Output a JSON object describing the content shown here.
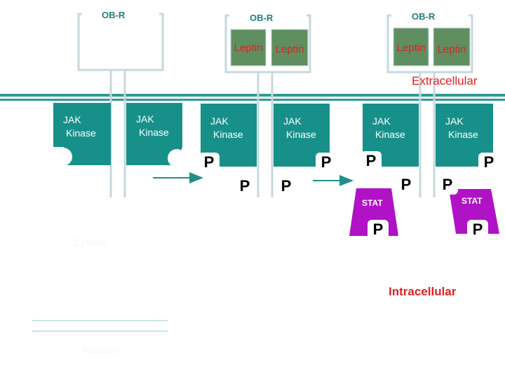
{
  "receptors": [
    {
      "label": "OB-R"
    },
    {
      "label": "OB-R"
    },
    {
      "label": "OB-R"
    }
  ],
  "leptin": {
    "label": "Leptin"
  },
  "kinase": {
    "line1": "JAK",
    "line2": "Kinase"
  },
  "phosphate": {
    "label": "P"
  },
  "stat": {
    "label": "STAT"
  },
  "regions": {
    "extracellular": "Extracellular",
    "intracellular": "Intracellular"
  },
  "faint_labels": {
    "left_mid": "Cytosol",
    "left_bottom": "Nucleus"
  },
  "colors": {
    "membrane": "#2f9a94",
    "kinase": "#17908a",
    "leptin": "#5f8f60",
    "stat": "#b012c6",
    "receptor_outline": "#c6d8dc",
    "arrow": "#1f8f88",
    "label_red": "#e02020"
  }
}
